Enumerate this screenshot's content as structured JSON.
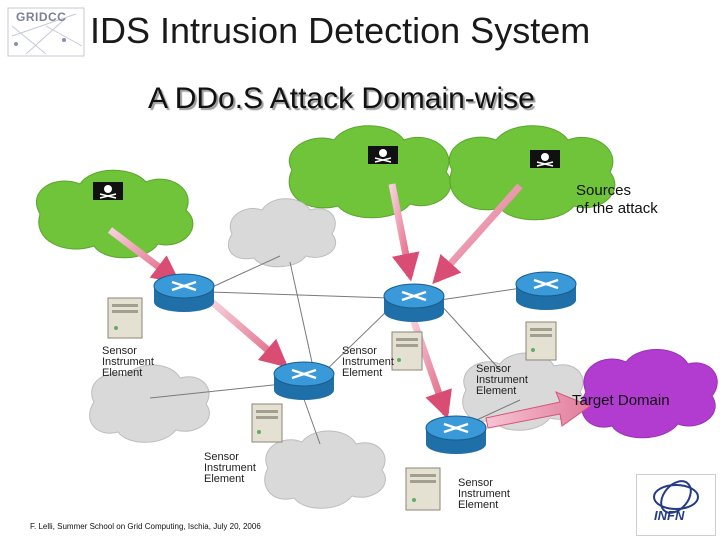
{
  "title": "IDS Intrusion Detection System",
  "subtitle": "A DDo.S Attack Domain-wise",
  "sources_label": "Sources\nof the attack",
  "target_label": "Target Domain",
  "sensor_label": "Sensor\nInstrument\nElement",
  "footer": "F. Lelli, Summer School on Grid Computing, Ischia, July 20, 2006",
  "logos": {
    "gridcc": "GRIDCC",
    "infn": "INFN"
  },
  "colors": {
    "attacker_cloud": "#6fc43a",
    "neutral_cloud": "#d6d6d6",
    "target_cloud": "#b23bd0",
    "router": "#2a87c8",
    "attack_arrow": "#e87a9a",
    "link": "#777777"
  }
}
